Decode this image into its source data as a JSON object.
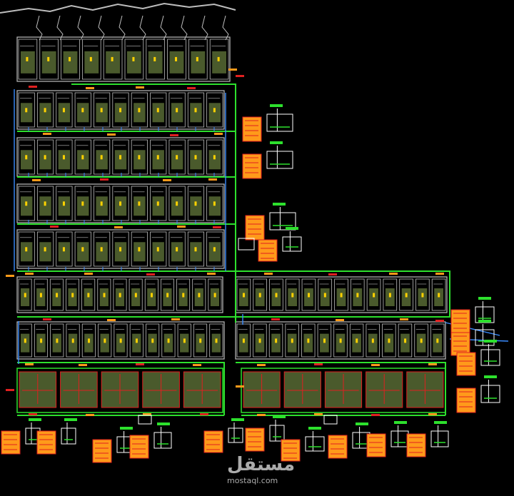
{
  "colors": {
    "background": "#000000",
    "wall": "#bdbdbd",
    "floor": "#4a5a2c",
    "green_line": "#2de02d",
    "blue_line": "#3a8cff",
    "red_mark": "#e02020",
    "orange_mark": "#ff9a1a",
    "yellow_label": "#ffd200",
    "white_line": "#ffffff"
  },
  "icons": {
    "watermark_logo": "mostaql-logo"
  },
  "watermark": {
    "arabic": "مستقل",
    "latin": "mostaql.com"
  }
}
